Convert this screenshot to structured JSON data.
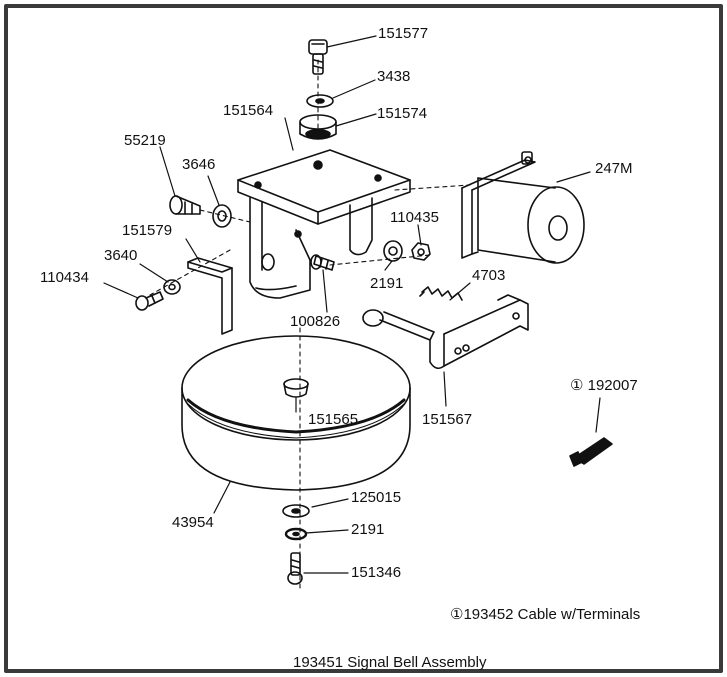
{
  "parts": {
    "p151577": "151577",
    "p3438": "3438",
    "p151564": "151564",
    "p151574": "151574",
    "p55219": "55219",
    "p3646": "3646",
    "p247M": "247M",
    "p151579": "151579",
    "p110435": "110435",
    "p3640": "3640",
    "p110434": "110434",
    "p2191_top": "2191",
    "p4703": "4703",
    "p100826": "100826",
    "p192007": "① 192007",
    "p151565": "151565",
    "p151567": "151567",
    "p125015": "125015",
    "p43954": "43954",
    "p2191_bottom": "2191",
    "p151346": "151346"
  },
  "notes": {
    "cable": "①193452 Cable w/Terminals",
    "caption": "193451 Signal Bell Assembly"
  },
  "colors": {
    "ink": "#111111",
    "border": "#3a3a3a",
    "paper": "#ffffff"
  }
}
